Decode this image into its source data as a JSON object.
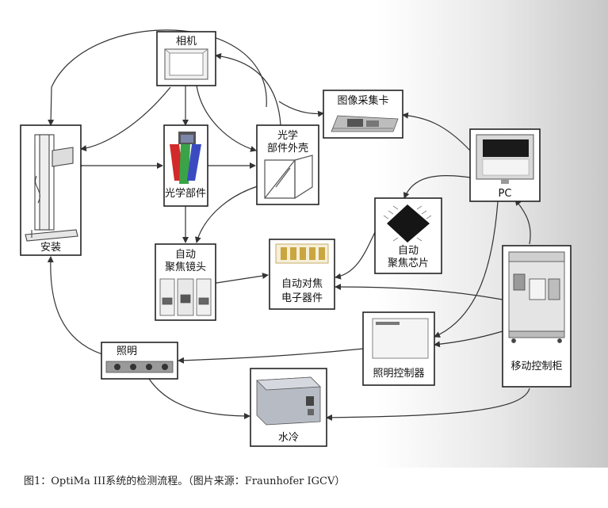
{
  "nodes": {
    "camera": "相机",
    "optics": "光学部件",
    "housing_l1": "光学",
    "housing_l2": "部件外壳",
    "grabber": "图像采集卡",
    "pc": "PC",
    "mount": "安装",
    "focus_lens_l1": "自动",
    "focus_lens_l2": "聚焦镜头",
    "focus_chip_l1": "自动",
    "focus_chip_l2": "聚焦芯片",
    "electronics_l1": "自动对焦",
    "electronics_l2": "电子器件",
    "cabinet": "移动控制柜",
    "lighting_ctrl": "照明控制器",
    "lighting": "照明",
    "cooling": "水冷"
  },
  "caption": "图1：OptiMa III系统的检测流程。（图片来源：Fraunhofer IGCV）",
  "colors": {
    "line": "#333333",
    "box_border": "#222222",
    "optics_red": "#d22a2a",
    "optics_green": "#3aa347",
    "optics_blue": "#3a4bc2",
    "pc_screen": "#1a1a1a",
    "chip_body": "#151515",
    "cooler_metal": "#b7bcc4"
  }
}
